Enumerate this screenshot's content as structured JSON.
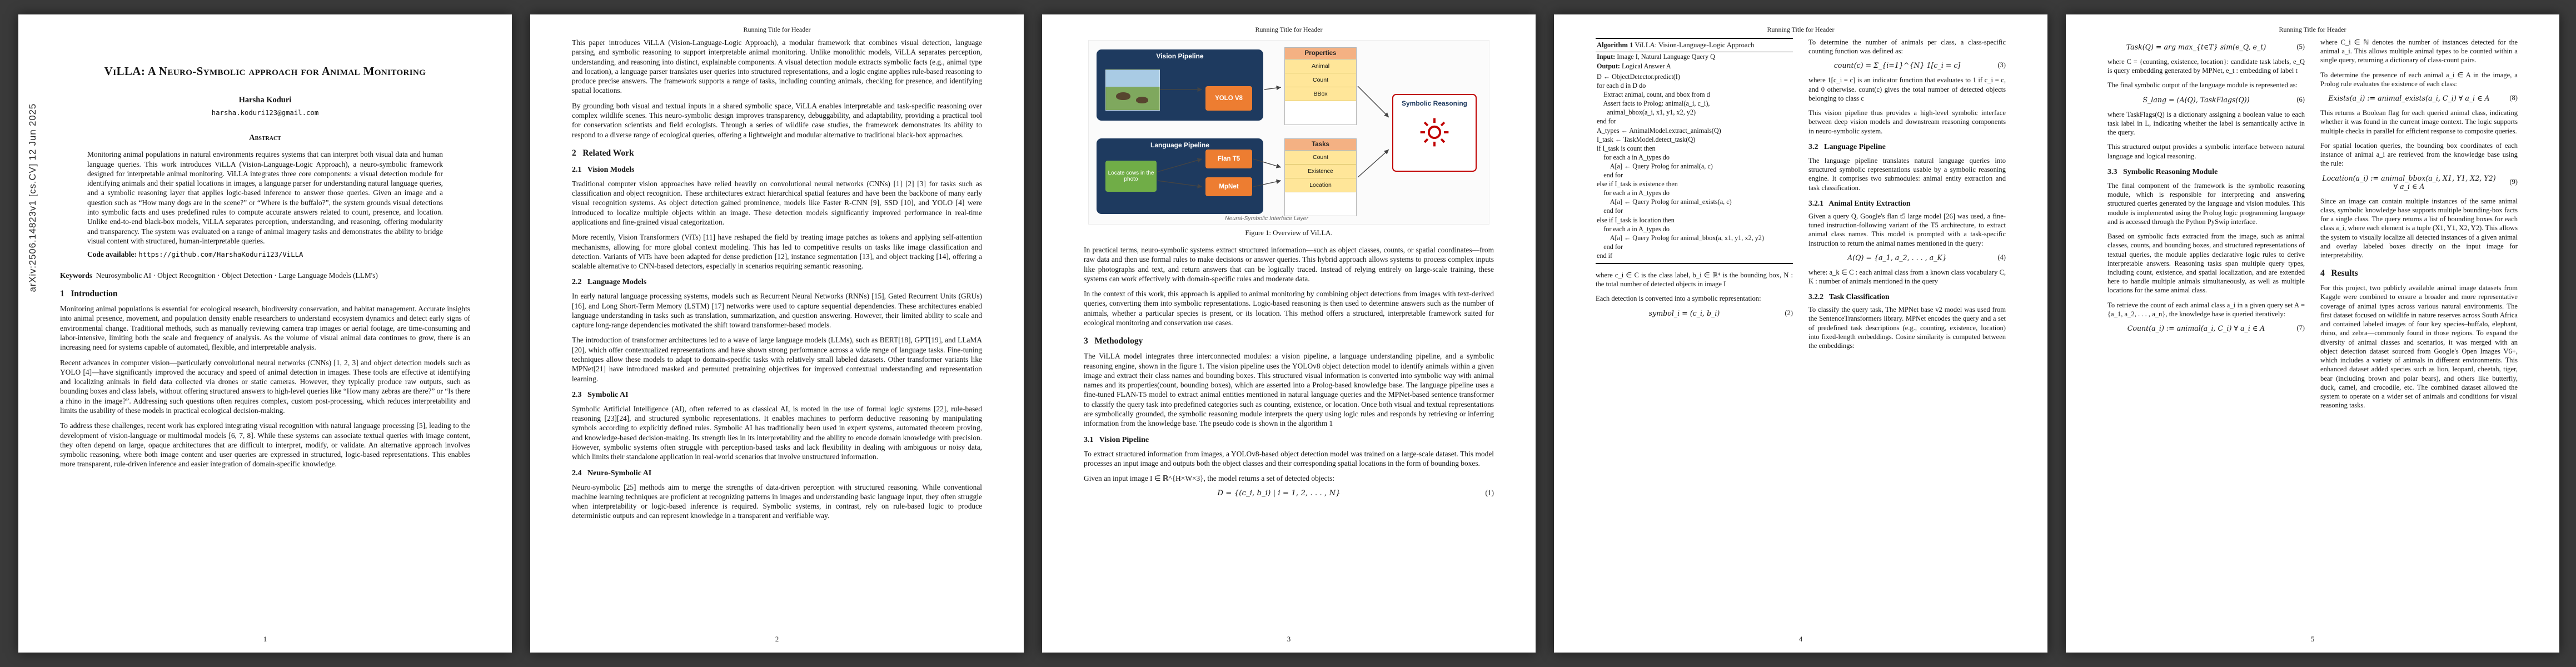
{
  "arxiv_stamp": "arXiv:2506.14823v1  [cs.CV]  12 Jun 2025",
  "running_header": "Running Title for Header",
  "p1": {
    "title": "ViLLA: A Neuro-Symbolic approach for Animal Monitoring",
    "author": "Harsha Koduri",
    "email": "harsha.koduri123@gmail.com",
    "abstract_heading": "Abstract",
    "abstract": "Monitoring animal populations in natural environments requires systems that can interpret both visual data and human language queries. This work introduces ViLLA (Vision-Language-Logic Approach), a neuro-symbolic framework designed for interpretable animal monitoring. ViLLA integrates three core components: a visual detection module for identifying animals and their spatial locations in images, a language parser for understanding natural language queries, and a symbolic reasoning layer that applies logic-based inference to answer those queries. Given an image and a question such as “How many dogs are in the scene?” or “Where is the buffalo?”, the system grounds visual detections into symbolic facts and uses predefined rules to compute accurate answers related to count, presence, and location. Unlike end-to-end black-box models, ViLLA separates perception, understanding, and reasoning, offering modularity and transparency. The system was evaluated on a range of animal imagery tasks and demonstrates the ability to bridge visual content with structured, human-interpretable queries.",
    "code_label": "Code available:",
    "code_url": "https://github.com/HarshaKoduri123/ViLLA",
    "keywords_label": "Keywords",
    "keywords_text": "Neurosymbolic AI · Object Recognition · Object Detection · Large Language Models (LLM's)",
    "sec1": "1   Introduction",
    "intro_p1": "Monitoring animal populations is essential for ecological research, biodiversity conservation, and habitat management. Accurate insights into animal presence, movement, and population density enable researchers to understand ecosystem dynamics and detect early signs of environmental change. Traditional methods, such as manually reviewing camera trap images or aerial footage, are time-consuming and labor-intensive, limiting both the scale and frequency of analysis. As the volume of visual animal data continues to grow, there is an increasing need for systems capable of automated, flexible, and interpretable analysis.",
    "intro_p2": "Recent advances in computer vision—particularly convolutional neural networks (CNNs) [1, 2, 3] and object detection models such as YOLO [4]—have significantly improved the accuracy and speed of animal detection in images. These tools are effective at identifying and localizing animals in field data collected via drones or static cameras. However, they typically produce raw outputs, such as bounding boxes and class labels, without offering structured answers to high-level queries like “How many zebras are there?” or “Is there a rhino in the image?”. Addressing such questions often requires complex, custom post-processing, which reduces interpretability and limits the usability of these models in practical ecological decision-making.",
    "intro_p3": "To address these challenges, recent work has explored integrating visual recognition with natural language processing [5], leading to the development of vision-language or multimodal models [6, 7, 8]. While these systems can associate textual queries with image content, they often depend on large, opaque architectures that are difficult to interpret, modify, or validate. An alternative approach involves symbolic reasoning, where both image content and user queries are expressed in structured, logic-based representations. This enables more transparent, rule-driven inference and easier integration of domain-specific knowledge.",
    "page_number": "1"
  },
  "p2": {
    "para1": "This paper introduces ViLLA (Vision-Language-Logic Approach), a modular framework that combines visual detection, language parsing, and symbolic reasoning to support interpretable animal monitoring. Unlike monolithic models, ViLLA separates perception, understanding, and reasoning into distinct, explainable components. A visual detection module extracts symbolic facts (e.g., animal type and location), a language parser translates user queries into structured representations, and a logic engine applies rule-based reasoning to produce precise answers. The framework supports a range of tasks, including counting animals, checking for presence, and identifying spatial locations.",
    "para2": "By grounding both visual and textual inputs in a shared symbolic space, ViLLA enables interpretable and task-specific reasoning over complex wildlife scenes. This neuro-symbolic design improves transparency, debuggability, and adaptability, providing a practical tool for conservation scientists and field ecologists. Through a series of wildlife case studies, the framework demonstrates its ability to respond to a diverse range of ecological queries, offering a lightweight and modular alternative to traditional black-box approaches.",
    "sec2": "2   Related Work",
    "sec2_1": "2.1   Vision Models",
    "vision_p1": "Traditional computer vision approaches have relied heavily on convolutional neural networks (CNNs) [1] [2] [3] for tasks such as classification and object recognition. These architectures extract hierarchical spatial features and have been the backbone of many early visual recognition systems. As object detection gained prominence, models like Faster R-CNN [9], SSD [10], and YOLO [4] were introduced to localize multiple objects within an image. These detection models significantly improved performance in real-time applications and fine-grained visual categorization.",
    "vision_p2": "More recently, Vision Transformers (ViTs) [11] have reshaped the field by treating image patches as tokens and applying self-attention mechanisms, allowing for more global context modeling. This has led to competitive results on tasks like image classification and detection. Variants of ViTs have been adapted for dense prediction [12], instance segmentation [13], and object tracking [14], offering a scalable alternative to CNN-based detectors, especially in scenarios requiring semantic reasoning.",
    "sec2_2": "2.2   Language Models",
    "lang_p1": "In early natural language processing systems, models such as Recurrent Neural Networks (RNNs) [15], Gated Recurrent Units (GRUs)[16], and Long Short-Term Memory (LSTM) [17] networks were used to capture sequential dependencies. These architectures enabled language understanding in tasks such as translation, summarization, and question answering. However, their limited ability to scale and capture long-range dependencies motivated the shift toward transformer-based models.",
    "lang_p2": "The introduction of transformer architectures led to a wave of large language models (LLMs), such as BERT[18], GPT[19], and LLaMA [20], which offer contextualized representations and have shown strong performance across a wide range of language tasks. Fine-tuning techniques allow these models to adapt to domain-specific tasks with relatively small labeled datasets. Other transformer variants like MPNet[21] have introduced masked and permuted pretraining objectives for improved contextual understanding and representation learning.",
    "sec2_3": "2.3   Symbolic AI",
    "symbolic_p1": "Symbolic Artificial Intelligence (AI), often referred to as classical AI, is rooted in the use of formal logic systems [22], rule-based reasoning [23][24], and structured symbolic representations. It enables machines to perform deductive reasoning by manipulating symbols according to explicitly defined rules. Symbolic AI has traditionally been used in expert systems, automated theorem proving, and knowledge-based decision-making. Its strength lies in its interpretability and the ability to encode domain knowledge with precision. However, symbolic systems often struggle with perception-based tasks and lack flexibility in dealing with ambiguous or noisy data, which limits their standalone application in real-world scenarios that involve unstructured information.",
    "sec2_4": "2.4   Neuro-Symbolic AI",
    "neuro_p1": "Neuro-symbolic [25] methods aim to merge the strengths of data-driven perception with structured reasoning. While conventional machine learning techniques are proficient at recognizing patterns in images and understanding basic language input, they often struggle when interpretability or logic-based inference is required. Symbolic systems, in contrast, rely on rule-based logic to produce deterministic outputs and can represent knowledge in a transparent and verifiable way.",
    "page_number": "2"
  },
  "p3": {
    "figure": {
      "vision_label": "Vision Pipeline",
      "yolo_label": "YOLO V8",
      "props_title": "Properties",
      "props_rows": [
        "Animal",
        "Count",
        "BBox"
      ],
      "lang_label": "Language Pipeline",
      "query_text": "Locate cows in the photo",
      "flant5_label": "Flan T5",
      "mpnet_label": "MpNet",
      "tasks_title": "Tasks",
      "tasks_rows": [
        "Count",
        "Existence",
        "Location"
      ],
      "symbolic_label": "Symbolic Reasoning",
      "interface_label": "Neural-Symbolic Interface Layer",
      "caption": "Figure 1: Overview of ViLLA."
    },
    "para1": "In practical terms, neuro-symbolic systems extract structured information—such as object classes, counts, or spatial coordinates—from raw data and then use formal rules to make decisions or answer queries. This hybrid approach allows systems to process complex inputs like photographs and text, and return answers that can be logically traced. Instead of relying entirely on large-scale training, these systems can work effectively with domain-specific rules and moderate data.",
    "para2": "In the context of this work, this approach is applied to animal monitoring by combining object detections from images with text-derived queries, converting them into symbolic representations. Logic-based reasoning is then used to determine answers such as the number of animals, whether a particular species is present, or its location. This method offers a structured, interpretable framework suited for ecological monitoring and conservation use cases.",
    "sec3": "3   Methodology",
    "method_p1": "The ViLLA model integrates three interconnected modules: a vision pipeline, a language understanding pipeline, and a symbolic reasoning engine, shown in the figure 1. The vision pipeline uses the YOLOv8 object detection model to identify animals within a given image and extract their class names and bounding boxes. This structured visual information is converted into symbolic way with animal names and its properties(count, bounding boxes), which are asserted into a Prolog-based knowledge base. The language pipeline uses a fine-tuned FLAN-T5 model to extract animal entities mentioned in natural language queries and the MPNet-based sentence transformer to classify the query task into predefined categories such as counting, existence, or location. Once both visual and textual representations are symbolically grounded, the symbolic reasoning module interprets the query using logic rules and responds by retrieving or inferring information from the knowledge base. The pseudo code is shown in the algorithm 1",
    "sec3_1": "3.1   Vision Pipeline",
    "vp_p1": "To extract structured information from images, a YOLOv8-based object detection model was trained on a large-scale dataset. This model processes an input image and outputs both the object classes and their corresponding spatial locations in the form of bounding boxes.",
    "vp_p2": "Given an input image I ∈ ℝ^{H×W×3}, the model returns a set of detected objects:",
    "eq1": {
      "formula": "D = {(c_i, b_i) | i = 1, 2, . . . , N}",
      "num": "(1)"
    },
    "page_number": "3"
  },
  "p4": {
    "algo": {
      "label": "Algorithm 1",
      "name": " ViLLA: Vision-Language-Logic Approach",
      "input_label": "Input:",
      "input_text": " Image I, Natural Language Query Q",
      "output_label": "Output:",
      "output_text": " Logical Answer A",
      "lines": [
        "D ← ObjectDetector.predict(I)",
        "for each d in D do",
        "    Extract animal, count, and bbox from d",
        "    Assert facts to Prolog: animal(a_i, c_i),",
        "      animal_bbox(a_i, x1, y1, x2, y2)",
        "end for",
        "A_types ← AnimalModel.extract_animals(Q)",
        "I_task ← TaskModel.detect_task(Q)",
        "if I_task is count then",
        "    for each a in A_types do",
        "        A[a] ← Query Prolog for animal(a, c)",
        "    end for",
        "else if I_task is existence then",
        "    for each a in A_types do",
        "        A[a] ← Query Prolog for animal_exists(a, c)",
        "    end for",
        "else if I_task is location then",
        "    for each a in A_types do",
        "        A[a] ← Query Prolog for animal_bbox(a, x1, y1, x2, y2)",
        "    end for",
        "end if"
      ]
    },
    "where_p1": "where c_i ∈ C is the class label, b_i ∈ ℝ⁴ is the bounding box, N : the total number of detected objects in image I",
    "sym_rep_lead": "Each detection is converted into a symbolic representation:",
    "eq2": {
      "formula": "symbol_i = (c_i, b_i)",
      "num": "(2)"
    },
    "count_lead": "To determine the number of animals per class, a class-specific counting function was defined as:",
    "eq3": {
      "formula": "count(c) = Σ_{i=1}^{N} 1[c_i = c]",
      "num": "(3)"
    },
    "where_p2": "where 1[c_i = c] is an indicator function that evaluates to 1 if c_i = c, and 0 otherwise. count(c) gives the total number of detected objects belonging to class c",
    "provides_p": "This vision pipeline thus provides a high-level symbolic interface between deep vision models and downstream reasoning components in neuro-symbolic system.",
    "sec3_2": "3.2   Language Pipeline",
    "lp_p1": "The language pipeline translates natural language queries into structured symbolic representations usable by a symbolic reasoning engine. It comprises two submodules: animal entity extraction and task classification.",
    "sec3_2_1": "3.2.1   Animal Entity Extraction",
    "aee_p1": "Given a query Q, Google's flan t5 large model [26] was used, a fine-tuned instruction-following variant of the T5 architecture, to extract animal class names. This model is prompted with a task-specific instruction to return the animal names mentioned in the query:",
    "eq4": {
      "formula": "A(Q) = {a_1, a_2, . . . , a_K}",
      "num": "(4)"
    },
    "where_p3": "where: a_k ∈ C : each animal class from a known class vocabulary C, K : number of animals mentioned in the query",
    "sec3_2_2": "3.2.2   Task Classification",
    "tc_p1": "To classify the query task, The MPNet base v2 model was used from the SentenceTransformers library. MPNet encodes the query and a set of predefined task descriptions (e.g., counting, existence, location) into fixed-length embeddings. Cosine similarity is computed between the embeddings:",
    "page_number": "4"
  },
  "p5": {
    "eq5": {
      "formula": "Task(Q) = arg max_{t∈T} sim(e_Q, e_t)",
      "num": "(5)"
    },
    "where_p1": "where C = {counting, existence, location}: candidate task labels, e_Q is query embedding generated by MPNet, e_t : embedding of label t",
    "final_lead": "The final symbolic output of the language module is represented as:",
    "eq6": {
      "formula": "S_lang = (A(Q), TaskFlags(Q))",
      "num": "(6)"
    },
    "where_p2": "where TaskFlags(Q) is a dictionary assigning a boolean value to each task label in L, indicating whether the label is semantically active in the query.",
    "structured_p": "This structured output provides a symbolic interface between natural language and logical reasoning.",
    "sec3_3": "3.3   Symbolic Reasoning Module",
    "srm_p1": "The final component of the framework is the symbolic reasoning module, which is responsible for interpreting and answering structured queries generated by the language and vision modules. This module is implemented using the Prolog logic programming language and is accessed through the Python PySwip interface.",
    "srm_p2": "Based on symbolic facts extracted from the image, such as animal classes, counts, and bounding boxes, and structured representations of textual queries, the module applies declarative logic rules to derive interpretable answers. Reasoning tasks span multiple query types, including count, existence, and spatial localization, and are extended here to handle multiple animals simultaneously, as well as multiple locations for the same animal class.",
    "count_lead": "To retrieve the count of each animal class a_i in a given query set A = {a_1, a_2, . . . , a_n}, the knowledge base is queried iteratively:",
    "eq7": {
      "formula": "Count(a_i) := animal(a_i, C_i)   ∀ a_i ∈ A",
      "num": "(7)"
    },
    "where_p3": "where C_i ∈ ℕ denotes the number of instances detected for the animal a_i. This allows multiple animal types to be counted within a single query, returning a dictionary of class-count pairs.",
    "exists_lead": "To determine the presence of each animal a_i ∈ A in the image, a Prolog rule evaluates the existence of each class:",
    "eq8": {
      "formula": "Exists(a_i) := animal_exists(a_i, C_i)   ∀ a_i ∈ A",
      "num": "(8)"
    },
    "boolean_p": "This returns a Boolean flag for each queried animal class, indicating whether it was found in the current image context. The logic supports multiple checks in parallel for efficient response to composite queries.",
    "location_lead": "For spatial location queries, the bounding box coordinates of each instance of animal a_i are retrieved from the knowledge base using the rule:",
    "eq9": {
      "formula": "Location(a_i) := animal_bbox(a_i, X1, Y1, X2, Y2)   ∀ a_i ∈ A",
      "num": "(9)"
    },
    "since_p": "Since an image can contain multiple instances of the same animal class, symbolic knowledge base supports multiple bounding-box facts for a single class. The query returns a list of bounding boxes for each class a_i, where each element is a tuple (X1, Y1, X2, Y2). This allows the system to visually localize all detected instances of a given animal and overlay labeled boxes directly on the input image for interpretability.",
    "sec4": "4   Results",
    "results_p1": "For this project, two publicly available animal image datasets from Kaggle were combined to ensure a broader and more representative coverage of animal types across various natural environments. The first dataset focused on wildlife in nature reserves across South Africa and contained labeled images of four key species–buffalo, elephant, rhino, and zebra—commonly found in those regions. To expand the diversity of animal classes and scenarios, it was merged with an object detection dataset sourced from Google's Open Images V6+, which includes a variety of animals in different environments. This enhanced dataset added species such as lion, leopard, cheetah, tiger, bear (including brown and polar bears), and others like butterfly, duck, camel, and crocodile, etc. The combined dataset allowed the system to operate on a wider set of animals and conditions for visual reasoning tasks.",
    "page_number": "5"
  }
}
